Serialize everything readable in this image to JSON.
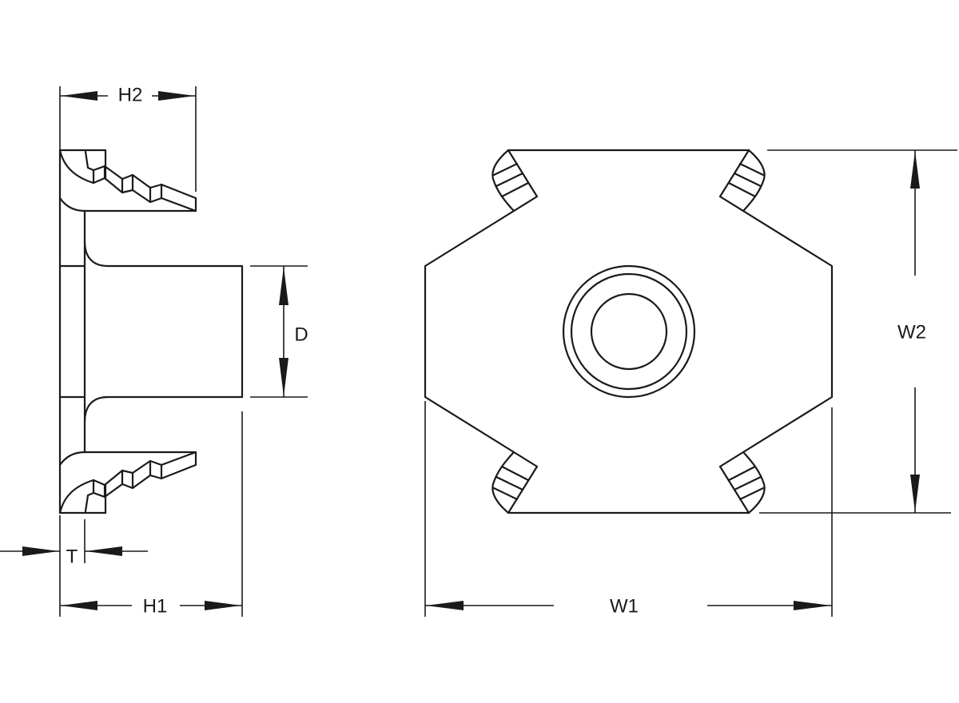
{
  "labels": {
    "h2": "H2",
    "d": "D",
    "t": "T",
    "h1": "H1",
    "w1": "W1",
    "w2": "W2"
  },
  "colors": {
    "line": "#1a1a1a",
    "background": "#ffffff"
  }
}
